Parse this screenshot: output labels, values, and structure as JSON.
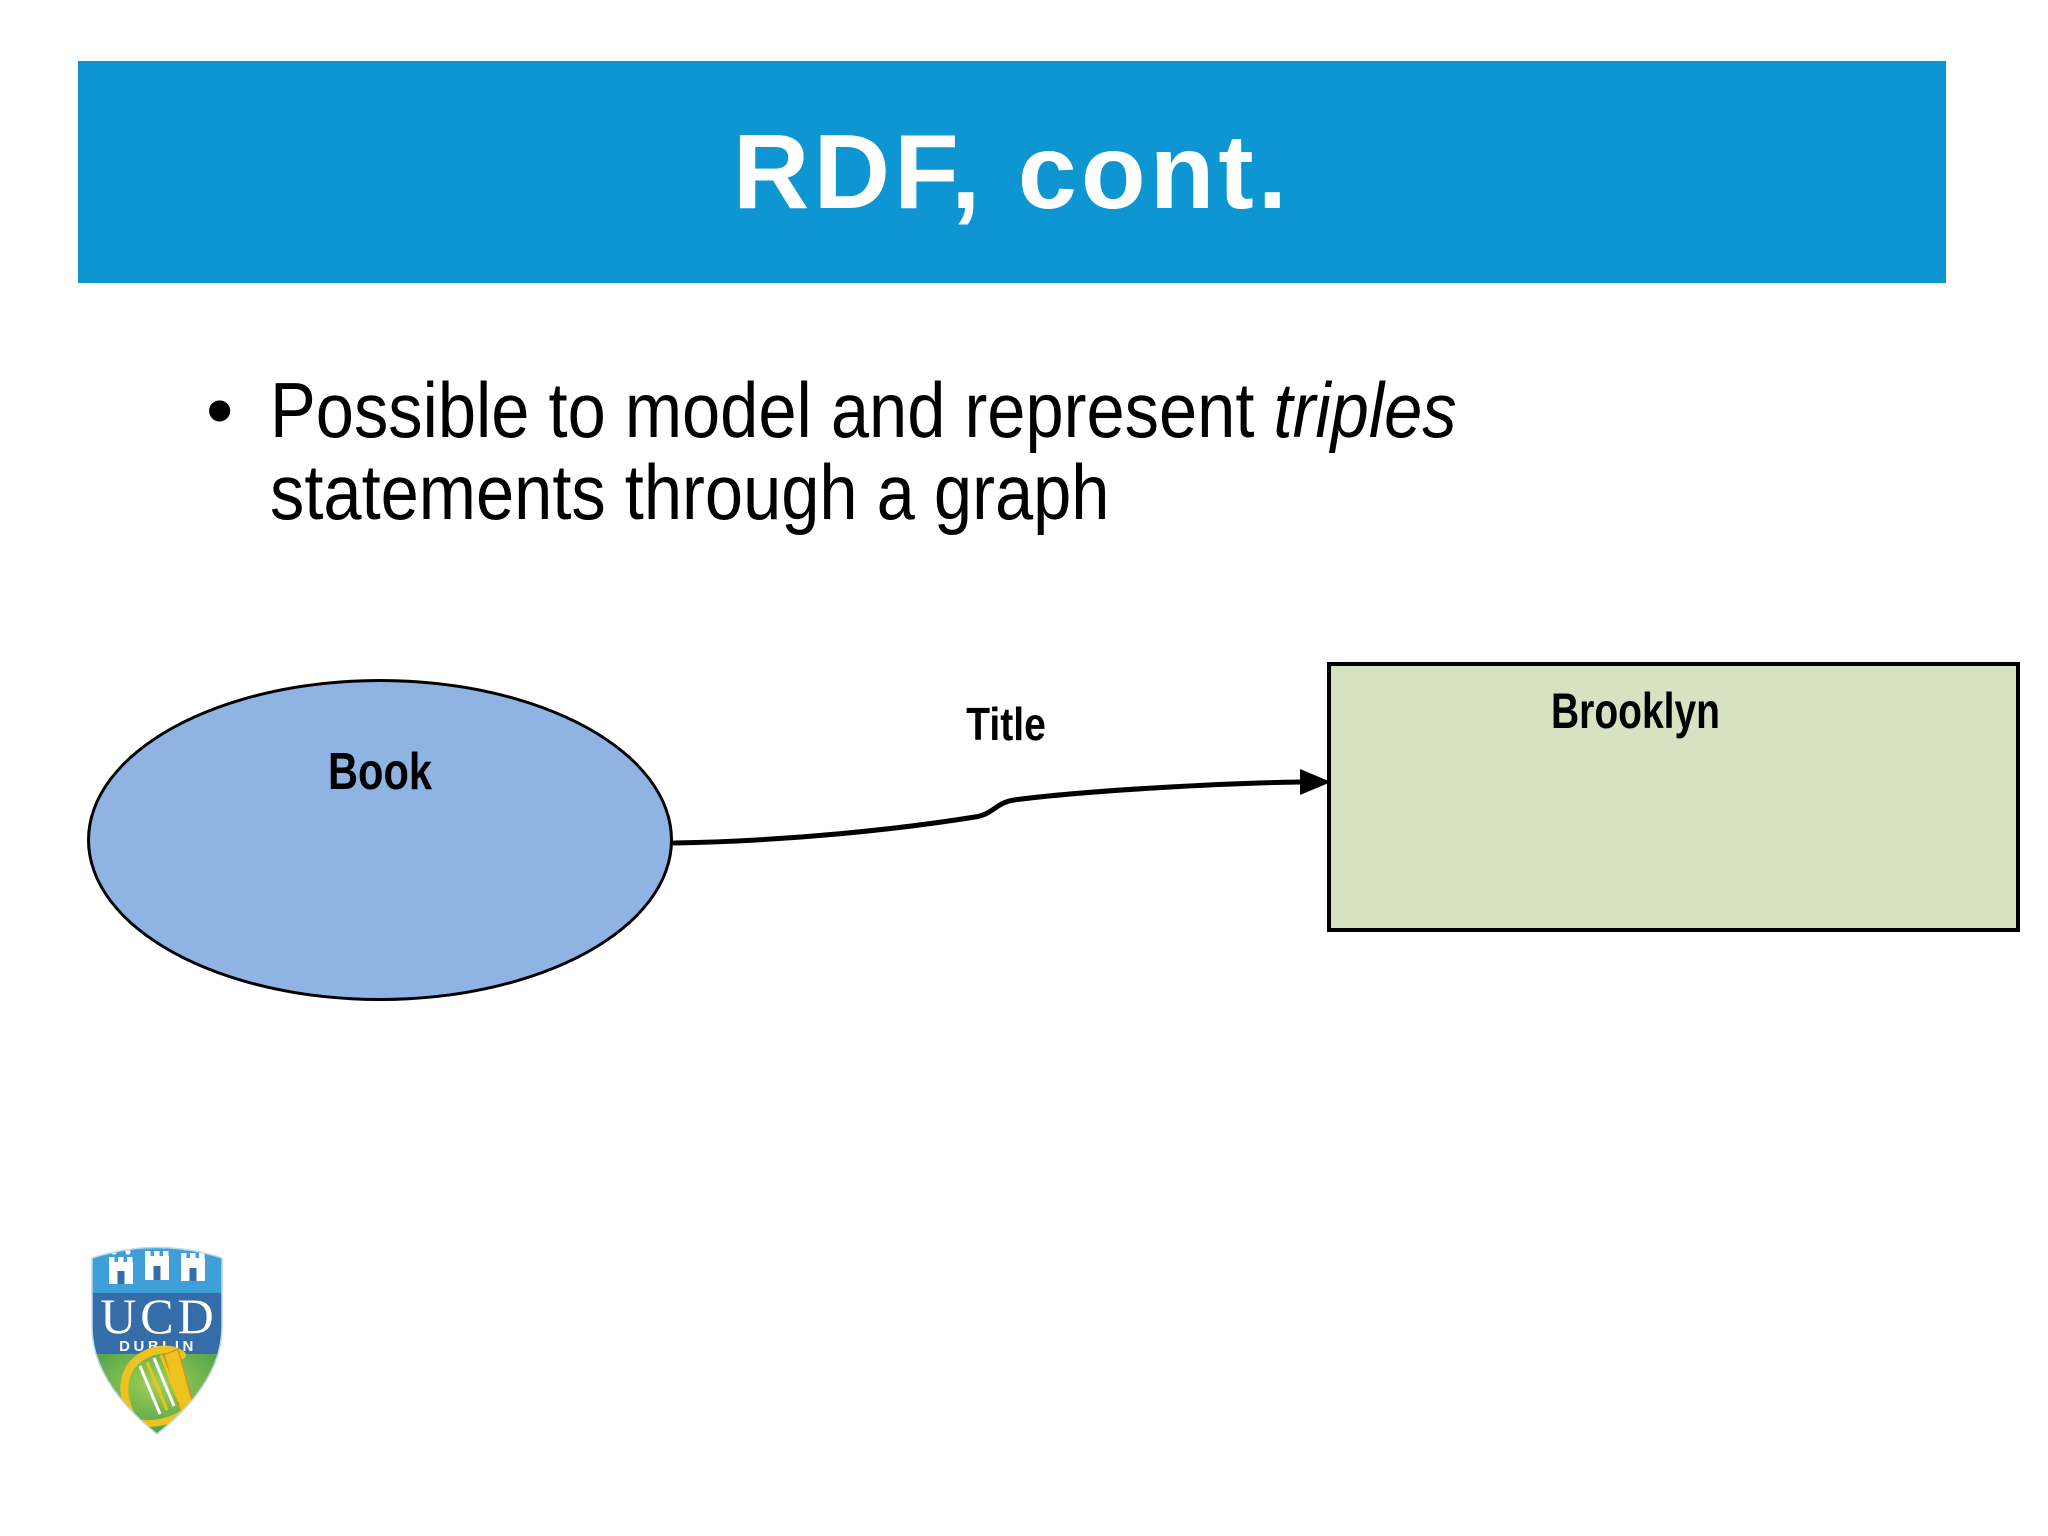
{
  "slide": {
    "title": "RDF, cont.",
    "bullet": {
      "marker": "•",
      "line1_text": "Possible to model and represent ",
      "line1_italic": "triples",
      "line2": "statements through a graph"
    },
    "diagram": {
      "subject_label": "Book",
      "predicate_label": "Title",
      "object_label": "Brooklyn"
    },
    "logo": {
      "acronym": "UCD",
      "city": "DUBLIN"
    },
    "colors": {
      "header_bg": "#0E96D2",
      "title_text": "#FFFFFF",
      "ellipse_fill": "#8FB3E3",
      "box_fill": "#D7E2C3",
      "stroke": "#000000",
      "logo_light_blue": "#3FA0D9",
      "logo_dark_blue": "#346DA8",
      "logo_green_light": "#A6CE53",
      "logo_green_dark": "#2F9549",
      "logo_gold": "#EFC31F"
    }
  }
}
